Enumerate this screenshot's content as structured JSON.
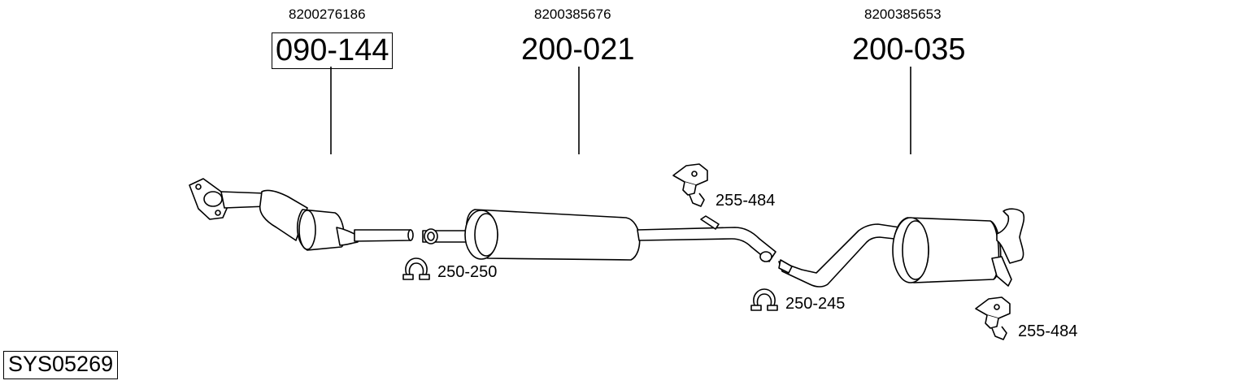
{
  "title": "SYS05269",
  "parts": [
    {
      "oem": "8200276186",
      "number": "090-144",
      "boxed": true
    },
    {
      "oem": "8200385676",
      "number": "200-021",
      "boxed": false
    },
    {
      "oem": "8200385653",
      "number": "200-035",
      "boxed": false
    }
  ],
  "accessories": [
    {
      "number": "255-484",
      "kind": "hanger-bracket"
    },
    {
      "number": "250-250",
      "kind": "clamp"
    },
    {
      "number": "250-245",
      "kind": "clamp"
    },
    {
      "number": "255-484",
      "kind": "hanger-bracket"
    }
  ],
  "colors": {
    "line": "#000000",
    "background": "#ffffff"
  }
}
